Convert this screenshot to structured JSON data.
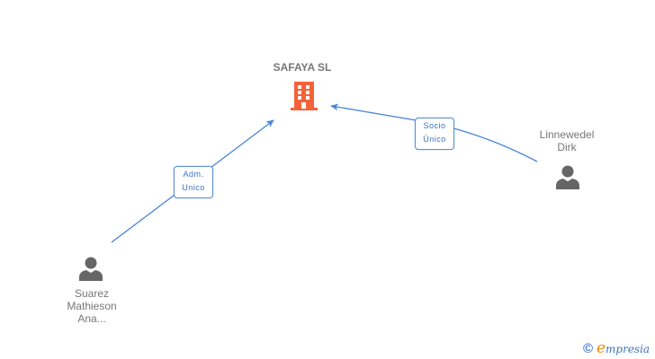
{
  "company": {
    "name": "SAFAYA SL",
    "icon": "building-icon",
    "color": "#f4623a"
  },
  "persons": [
    {
      "id": "linnewedel",
      "name_lines": [
        "Linnewedel",
        "Dirk"
      ],
      "icon": "person-icon"
    },
    {
      "id": "suarez",
      "name_lines": [
        "Suarez",
        "Mathieson",
        "Ana..."
      ],
      "icon": "person-icon"
    }
  ],
  "relations": [
    {
      "from": "suarez",
      "to": "company",
      "label_lines": [
        "Adm.",
        "Unico"
      ]
    },
    {
      "from": "linnewedel",
      "to": "company",
      "label_lines": [
        "Socio",
        "Único"
      ]
    }
  ],
  "colors": {
    "edge": "#4a86d8",
    "label_border": "#5b8fd8",
    "person_icon": "#666666",
    "text": "#777777"
  },
  "footer": {
    "copyright_symbol": "©",
    "brand_initial": "e",
    "brand_rest": "mpresia"
  }
}
